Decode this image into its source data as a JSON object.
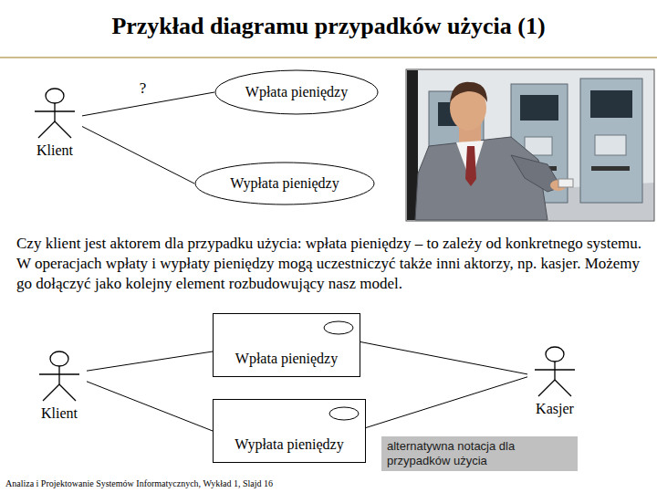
{
  "diagram": {
    "title": "Przykład diagramu przypadków użycia (1)",
    "nodes": [
      {
        "text": [
          "Klient"
        ]
      },
      {
        "text": [
          "Wpłata pieniędzy"
        ]
      },
      {
        "text": [
          "Wypłata pieniędzy"
        ]
      },
      {
        "text": [
          "Wpłata pieniędzy"
        ]
      },
      {
        "text": [
          "Klient"
        ]
      },
      {
        "text": [
          "Kasjer"
        ]
      },
      {
        "text": [
          "Wypłata pieniędzy"
        ]
      },
      {
        "text": [
          "alternatywna notacja dla przypadków użycia"
        ]
      }
    ],
    "edges": [
      {
        "from": 0,
        "to": 1,
        "arrow": "none",
        "label": "?"
      },
      {
        "from": 0,
        "to": 2,
        "arrow": "none"
      },
      {
        "from": 4,
        "to": 3,
        "arrow": "none"
      },
      {
        "from": 4,
        "to": 6,
        "arrow": "none"
      },
      {
        "from": 5,
        "to": 3,
        "arrow": "none"
      },
      {
        "from": 5,
        "to": 6,
        "arrow": "none"
      }
    ],
    "labels": [
      "Czy klient jest aktorem dla przypadku użycia: wpłata pieniędzy – to zależy od konkretnego systemu. W operacjach wpłaty i wypłaty pieniędzy mogą uczestniczyć także inni aktorzy, np. kasjer. Możemy go dołączyć jako kolejny element rozbudowujący nasz model.",
      "Analiza i Projektowanie Systemów Informatycznych, Wykład 1, Slajd 16"
    ]
  }
}
